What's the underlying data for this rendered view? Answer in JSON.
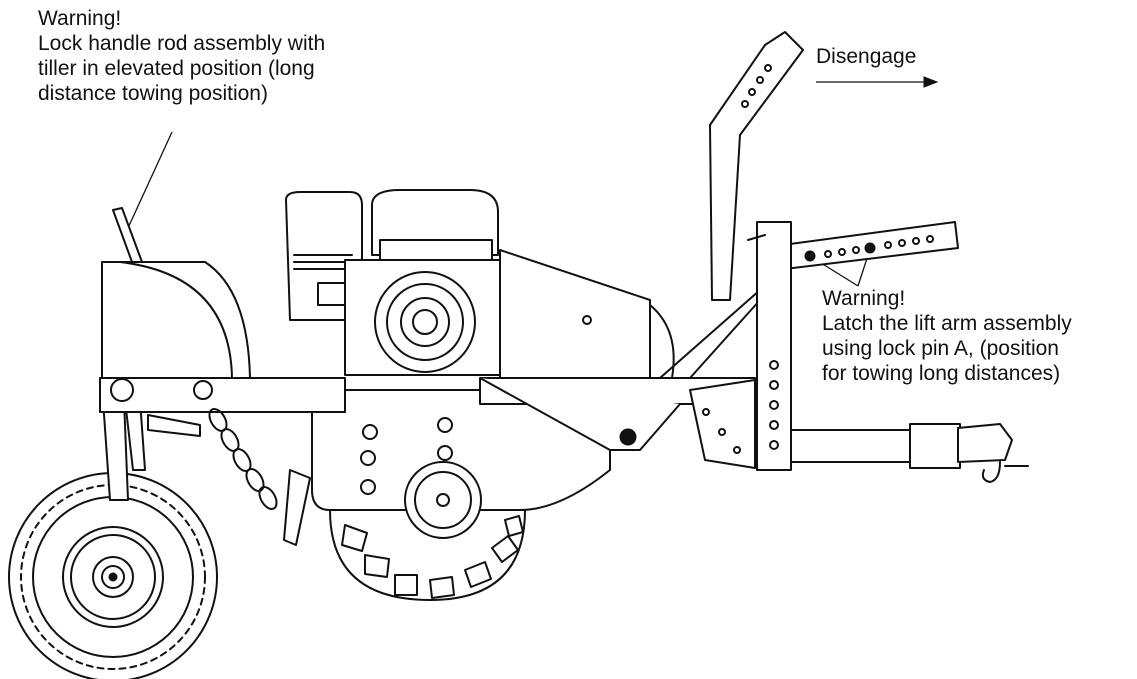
{
  "labels": {
    "warning_left_title": "Warning!",
    "warning_left_line1": "Lock handle rod assembly with",
    "warning_left_line2": "tiller in elevated position (long",
    "warning_left_line3": "distance towing position)",
    "disengage": "Disengage",
    "warning_right_title": "Warning!",
    "warning_right_line1": "Latch the lift arm assembly",
    "warning_right_line2": "using lock pin A, (position",
    "warning_right_line3": "for towing long distances)"
  },
  "colors": {
    "line": "#111111",
    "background": "#ffffff"
  }
}
